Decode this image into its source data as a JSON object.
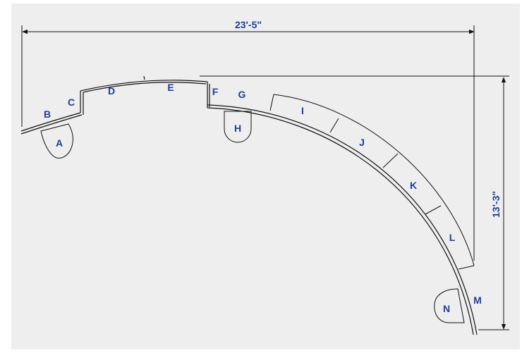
{
  "drawing": {
    "dimensions": {
      "width": "23'-5\"",
      "height": "13'-3\""
    },
    "section_labels": {
      "a": "A",
      "b": "B",
      "c": "C",
      "d": "D",
      "e": "E",
      "f": "F",
      "g": "G",
      "h": "H",
      "i": "I",
      "j": "J",
      "k": "K",
      "l": "L",
      "m": "M",
      "n": "N"
    },
    "colors": {
      "background": "#eeeeee",
      "line": "#111111",
      "label": "#1f3f9a"
    }
  }
}
